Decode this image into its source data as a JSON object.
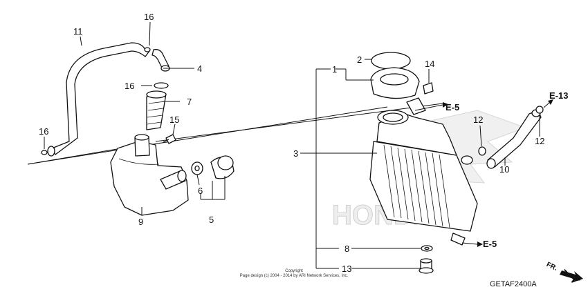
{
  "callouts": [
    {
      "id": "1",
      "text": "1"
    },
    {
      "id": "2",
      "text": "2"
    },
    {
      "id": "3",
      "text": "3"
    },
    {
      "id": "4",
      "text": "4"
    },
    {
      "id": "5",
      "text": "5"
    },
    {
      "id": "6",
      "text": "6"
    },
    {
      "id": "7",
      "text": "7"
    },
    {
      "id": "8",
      "text": "8"
    },
    {
      "id": "9",
      "text": "9"
    },
    {
      "id": "10",
      "text": "10"
    },
    {
      "id": "11",
      "text": "11"
    },
    {
      "id": "12a",
      "text": "12"
    },
    {
      "id": "12b",
      "text": "12"
    },
    {
      "id": "13",
      "text": "13"
    },
    {
      "id": "14",
      "text": "14"
    },
    {
      "id": "15",
      "text": "15"
    },
    {
      "id": "16a",
      "text": "16"
    },
    {
      "id": "16b",
      "text": "16"
    },
    {
      "id": "16c",
      "text": "16"
    }
  ],
  "references": {
    "e5_top": "E-5",
    "e5_bottom": "E-5",
    "e13": "E-13"
  },
  "copyright": {
    "line1": "Copyright",
    "line2": "Page design (c) 2004 - 2014 by ARI Network Services, Inc."
  },
  "diagram_code": "GETAF2400A",
  "direction_label": "FR.",
  "watermark_text": "HONDA"
}
